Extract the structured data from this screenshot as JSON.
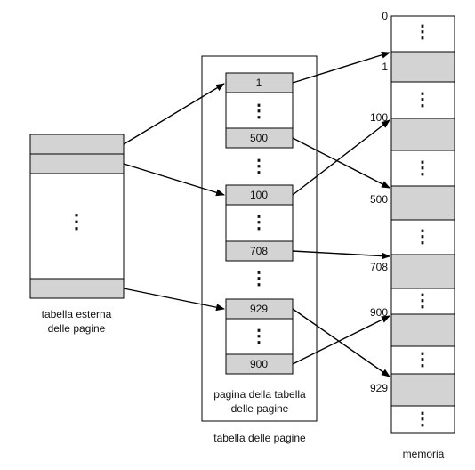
{
  "outer_table": {
    "caption_line1": "tabella esterna",
    "caption_line2": "delle pagine",
    "ellipsis": "⋮"
  },
  "page_table": {
    "inner_caption_line1": "pagina della tabella",
    "inner_caption_line2": "delle pagine",
    "outer_caption": "tabella delle pagine",
    "entries": [
      "1",
      "500",
      "100",
      "708",
      "929",
      "900"
    ],
    "ellipsis": "⋮"
  },
  "memory": {
    "caption": "memoria",
    "labels": [
      "0",
      "1",
      "100",
      "500",
      "708",
      "900",
      "929"
    ],
    "ellipsis": "⋮"
  },
  "colors": {
    "shaded": "#d3d3d3",
    "line": "#000000",
    "background": "#ffffff"
  }
}
